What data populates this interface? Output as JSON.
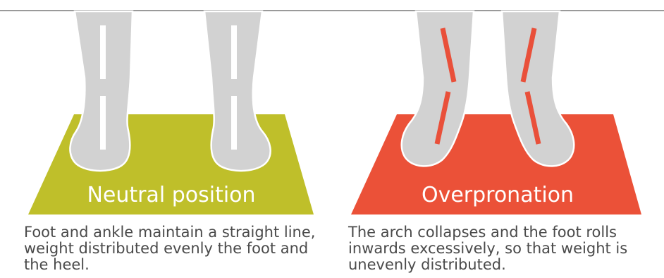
{
  "panels": [
    {
      "label": "Neutral position",
      "caption": "Foot and ankle maintain a straight line, weight distributed evenly the foot and the heel.",
      "mat_color": "#bfbf2a",
      "line_color": "#ffffff"
    },
    {
      "label": "Overpronation",
      "caption": "The arch collapses and the foot rolls inwards excessively, so that weight is unevenly distributed.",
      "mat_color": "#eb5138",
      "line_color": "#e9503a"
    }
  ],
  "colors": {
    "leg": "#d2d2d2",
    "leg_outline": "#ffffff",
    "rule": "#9a9a9a",
    "caption_text": "#4a4a4a"
  }
}
